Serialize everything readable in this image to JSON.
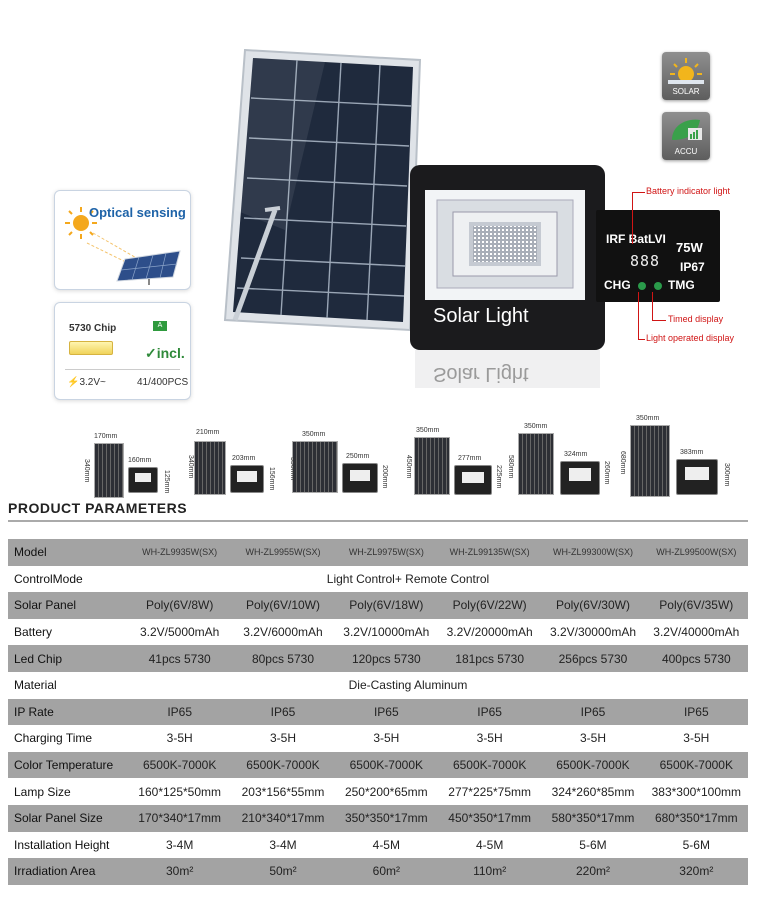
{
  "hero": {
    "optical_card_title": "Optical sensing",
    "chip_card": {
      "chip_label": "5730 Chip",
      "badge": "A",
      "incl": "incl.",
      "voltage": "3.2V~",
      "pcs": "41/400PCS"
    },
    "icons": {
      "solar_label": "SOLAR",
      "accu_label": "ACCU"
    },
    "lamp_text": "Solar Light",
    "lamp_reflection": "Solar Light",
    "display": {
      "irf_bat": "IRF BatLVI",
      "watt": "75W",
      "ip": "IP67",
      "chg": "CHG",
      "tmg": "TMG",
      "digits": "888"
    },
    "annotations": {
      "battery_indicator": "Battery indicator light",
      "timed_display": "Timed display",
      "light_operated": "Light operated display"
    }
  },
  "sizes": [
    {
      "panel_w": "170mm",
      "panel_h": "340mm",
      "lamp_w": "160mm",
      "lamp_h": "125mm"
    },
    {
      "panel_w": "210mm",
      "panel_h": "340mm",
      "lamp_w": "203mm",
      "lamp_h": "156mm"
    },
    {
      "panel_w": "350mm",
      "panel_h": "350mm",
      "lamp_w": "250mm",
      "lamp_h": "200mm"
    },
    {
      "panel_w": "350mm",
      "panel_h": "450mm",
      "lamp_w": "277mm",
      "lamp_h": "225mm"
    },
    {
      "panel_w": "350mm",
      "panel_h": "580mm",
      "lamp_w": "324mm",
      "lamp_h": "260mm"
    },
    {
      "panel_w": "350mm",
      "panel_h": "680mm",
      "lamp_w": "383mm",
      "lamp_h": "300mm"
    }
  ],
  "params": {
    "title": "PRODUCT PARAMETERS",
    "rows": [
      {
        "label": "Model",
        "values": [
          "WH-ZL9935W(SX)",
          "WH-ZL9955W(SX)",
          "WH-ZL9975W(SX)",
          "WH-ZL99135W(SX)",
          "WH-ZL99300W(SX)",
          "WH-ZL99500W(SX)"
        ]
      },
      {
        "label": "ControlMode",
        "span": "Light Control+ Remote Control"
      },
      {
        "label": "Solar Panel",
        "values": [
          "Poly(6V/8W)",
          "Poly(6V/10W)",
          "Poly(6V/18W)",
          "Poly(6V/22W)",
          "Poly(6V/30W)",
          "Poly(6V/35W)"
        ]
      },
      {
        "label": "Battery",
        "values": [
          "3.2V/5000mAh",
          "3.2V/6000mAh",
          "3.2V/10000mAh",
          "3.2V/20000mAh",
          "3.2V/30000mAh",
          "3.2V/40000mAh"
        ]
      },
      {
        "label": "Led Chip",
        "values": [
          "41pcs 5730",
          "80pcs 5730",
          "120pcs 5730",
          "181pcs 5730",
          "256pcs 5730",
          "400pcs 5730"
        ]
      },
      {
        "label": "Material",
        "span": "Die-Casting Aluminum"
      },
      {
        "label": "IP Rate",
        "values": [
          "IP65",
          "IP65",
          "IP65",
          "IP65",
          "IP65",
          "IP65"
        ]
      },
      {
        "label": "Charging Time",
        "values": [
          "3-5H",
          "3-5H",
          "3-5H",
          "3-5H",
          "3-5H",
          "3-5H"
        ]
      },
      {
        "label": "Color Temperature",
        "values": [
          "6500K-7000K",
          "6500K-7000K",
          "6500K-7000K",
          "6500K-7000K",
          "6500K-7000K",
          "6500K-7000K"
        ]
      },
      {
        "label": "Lamp Size",
        "values": [
          "160*125*50mm",
          "203*156*55mm",
          "250*200*65mm",
          "277*225*75mm",
          "324*260*85mm",
          "383*300*100mm"
        ]
      },
      {
        "label": "Solar Panel Size",
        "values": [
          "170*340*17mm",
          "210*340*17mm",
          "350*350*17mm",
          "450*350*17mm",
          "580*350*17mm",
          "680*350*17mm"
        ]
      },
      {
        "label": "Installation Height",
        "values": [
          "3-4M",
          "3-4M",
          "4-5M",
          "4-5M",
          "5-6M",
          "5-6M"
        ]
      },
      {
        "label": "Irradiation Area",
        "values": [
          "30m²",
          "50m²",
          "60m²",
          "110m²",
          "220m²",
          "320m²"
        ]
      }
    ]
  },
  "colors": {
    "accent_blue": "#1e63a8",
    "annotation_red": "#d01515",
    "row_shade": "#a3a3a3"
  }
}
